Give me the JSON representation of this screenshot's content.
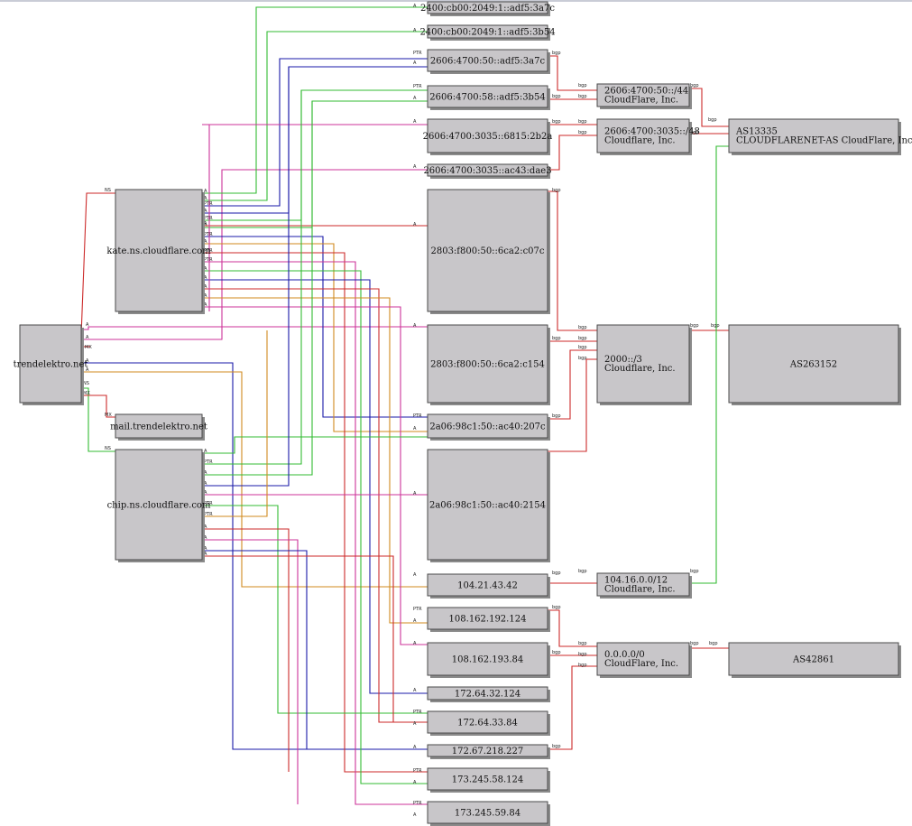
{
  "nodes": [
    {
      "id": "trendelektro",
      "lines": [
        "trendelektro.net"
      ]
    },
    {
      "id": "kate",
      "lines": [
        "kate.ns.cloudflare.com"
      ]
    },
    {
      "id": "chip",
      "lines": [
        "chip.ns.cloudflare.com"
      ]
    },
    {
      "id": "mail",
      "lines": [
        "mail.trendelektro.net"
      ]
    },
    {
      "id": "v6a",
      "lines": [
        "2400:cb00:2049:1::adf5:3a7c"
      ]
    },
    {
      "id": "v6b",
      "lines": [
        "2400:cb00:2049:1::adf5:3b54"
      ]
    },
    {
      "id": "v6c",
      "lines": [
        "2606:4700:50::adf5:3a7c"
      ]
    },
    {
      "id": "v6d",
      "lines": [
        "2606:4700:58::adf5:3b54"
      ]
    },
    {
      "id": "v6e",
      "lines": [
        "2606:4700:3035::6815:2b2a"
      ]
    },
    {
      "id": "v6f",
      "lines": [
        "2606:4700:3035::ac43:dae3"
      ]
    },
    {
      "id": "v6g",
      "lines": [
        "2803:f800:50::6ca2:c07c"
      ]
    },
    {
      "id": "v6h",
      "lines": [
        "2803:f800:50::6ca2:c154"
      ]
    },
    {
      "id": "v6i",
      "lines": [
        "2a06:98c1:50::ac40:207c"
      ]
    },
    {
      "id": "v6j",
      "lines": [
        "2a06:98c1:50::ac40:2154"
      ]
    },
    {
      "id": "v4a",
      "lines": [
        "104.21.43.42"
      ]
    },
    {
      "id": "v4b",
      "lines": [
        "108.162.192.124"
      ]
    },
    {
      "id": "v4c",
      "lines": [
        "108.162.193.84"
      ]
    },
    {
      "id": "v4d",
      "lines": [
        "172.64.32.124"
      ]
    },
    {
      "id": "v4e",
      "lines": [
        "172.64.33.84"
      ]
    },
    {
      "id": "v4f",
      "lines": [
        "172.67.218.227"
      ]
    },
    {
      "id": "v4g",
      "lines": [
        "173.245.58.124"
      ]
    },
    {
      "id": "v4h",
      "lines": [
        "173.245.59.84"
      ]
    },
    {
      "id": "p1",
      "lines": [
        "2606:4700:50::/44",
        "CloudFlare, Inc."
      ]
    },
    {
      "id": "p2",
      "lines": [
        "2606:4700:3035::/48",
        "Cloudflare, Inc."
      ]
    },
    {
      "id": "p3",
      "lines": [
        "2000::/3",
        "Cloudflare, Inc."
      ]
    },
    {
      "id": "p4",
      "lines": [
        "104.16.0.0/12",
        "Cloudflare, Inc."
      ]
    },
    {
      "id": "p5",
      "lines": [
        "0.0.0.0/0",
        "CloudFlare, Inc."
      ]
    },
    {
      "id": "as1",
      "lines": [
        "AS13335",
        "CLOUDFLARENET-AS CloudFlare, Inc."
      ]
    },
    {
      "id": "as2",
      "lines": [
        "AS263152"
      ]
    },
    {
      "id": "as3",
      "lines": [
        "AS42861"
      ]
    }
  ],
  "edge_labels": {
    "ns": "NS",
    "mx": "MX",
    "a": "A",
    "ptr": "PTR",
    "bgp": "bgp"
  },
  "colors": {
    "red": "#cc2a2a",
    "green": "#33bb33",
    "blue": "#1a1aa8",
    "orange": "#d08a1e",
    "magenta": "#cc3399"
  }
}
